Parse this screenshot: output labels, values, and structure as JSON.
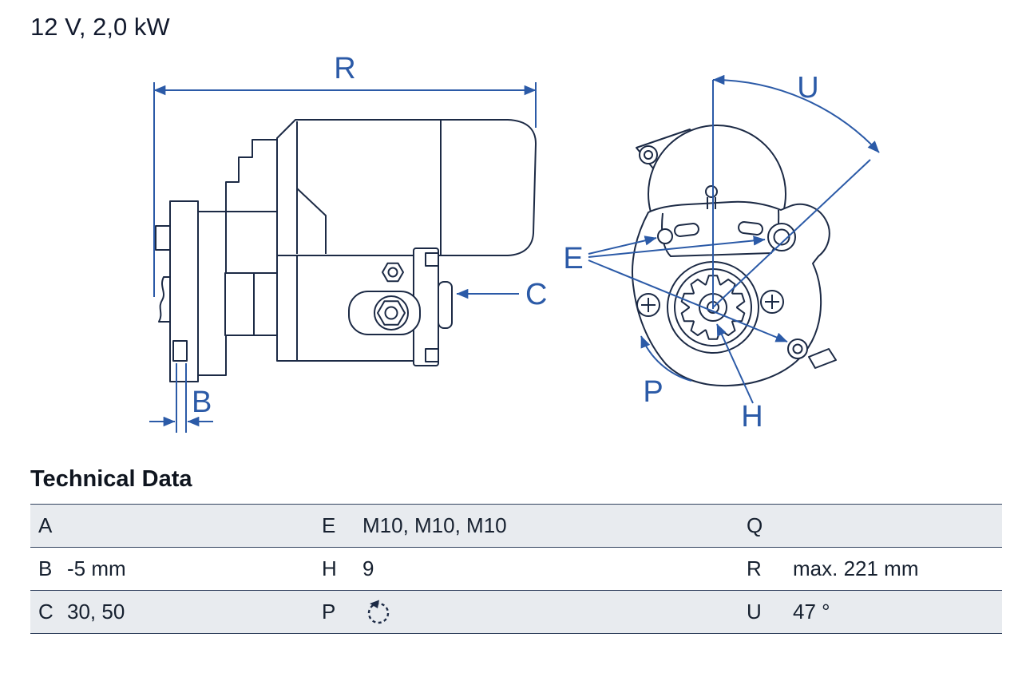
{
  "title": "12 V, 2,0 kW",
  "section_heading": "Technical Data",
  "colors": {
    "part_line": "#1c2a45",
    "dimension_blue": "#2b5aa7",
    "row_shade": "#e8ebef",
    "table_border": "#31415e"
  },
  "drawing": {
    "dim_R": "R",
    "dim_C": "C",
    "dim_B": "B",
    "dim_U": "U",
    "dim_E": "E",
    "dim_P": "P",
    "dim_H": "H"
  },
  "table": {
    "rows": [
      {
        "cells": [
          {
            "key": "A",
            "value": ""
          },
          {
            "key": "E",
            "value": "M10, M10, M10"
          },
          {
            "key": "Q",
            "value": ""
          }
        ]
      },
      {
        "cells": [
          {
            "key": "B",
            "value": "-5 mm"
          },
          {
            "key": "H",
            "value": "9"
          },
          {
            "key": "R",
            "value": "max. 221 mm"
          }
        ]
      },
      {
        "cells": [
          {
            "key": "C",
            "value": "30, 50"
          },
          {
            "key": "P",
            "value": "",
            "icon": "rotation-ccw-icon"
          },
          {
            "key": "U",
            "value": "47 °"
          }
        ]
      }
    ]
  }
}
